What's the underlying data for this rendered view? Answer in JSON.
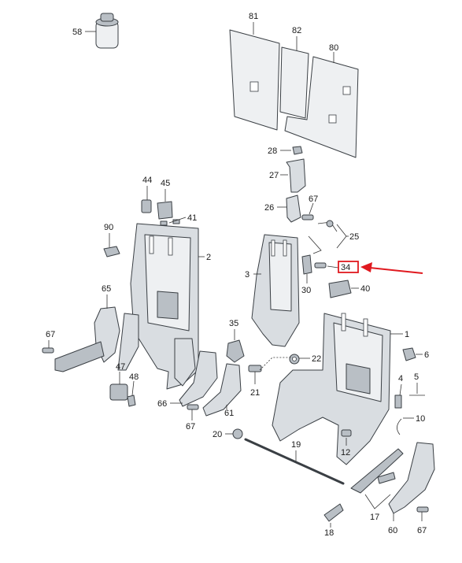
{
  "parts": [
    {
      "id": "p58",
      "label": "58"
    },
    {
      "id": "p81",
      "label": "81"
    },
    {
      "id": "p82",
      "label": "82"
    },
    {
      "id": "p80",
      "label": "80"
    },
    {
      "id": "p28",
      "label": "28"
    },
    {
      "id": "p27",
      "label": "27"
    },
    {
      "id": "p44",
      "label": "44"
    },
    {
      "id": "p45",
      "label": "45"
    },
    {
      "id": "p41",
      "label": "41"
    },
    {
      "id": "p67a",
      "label": "67"
    },
    {
      "id": "p26",
      "label": "26"
    },
    {
      "id": "p25",
      "label": "25"
    },
    {
      "id": "p90",
      "label": "90"
    },
    {
      "id": "p2",
      "label": "2"
    },
    {
      "id": "p3",
      "label": "3"
    },
    {
      "id": "p34",
      "label": "34"
    },
    {
      "id": "p30",
      "label": "30"
    },
    {
      "id": "p40",
      "label": "40"
    },
    {
      "id": "p65",
      "label": "65"
    },
    {
      "id": "p35",
      "label": "35"
    },
    {
      "id": "p1",
      "label": "1"
    },
    {
      "id": "p67b",
      "label": "67"
    },
    {
      "id": "p22",
      "label": "22"
    },
    {
      "id": "p6",
      "label": "6"
    },
    {
      "id": "p47",
      "label": "47"
    },
    {
      "id": "p48",
      "label": "48"
    },
    {
      "id": "p21",
      "label": "21"
    },
    {
      "id": "p4",
      "label": "4"
    },
    {
      "id": "p5",
      "label": "5"
    },
    {
      "id": "p66",
      "label": "66"
    },
    {
      "id": "p61",
      "label": "61"
    },
    {
      "id": "p10",
      "label": "10"
    },
    {
      "id": "p67c",
      "label": "67"
    },
    {
      "id": "p20",
      "label": "20"
    },
    {
      "id": "p19",
      "label": "19"
    },
    {
      "id": "p12",
      "label": "12"
    },
    {
      "id": "p17",
      "label": "17"
    },
    {
      "id": "p18",
      "label": "18"
    },
    {
      "id": "p60",
      "label": "60"
    },
    {
      "id": "p67d",
      "label": "67"
    }
  ],
  "highlight": {
    "part_label": "34",
    "box_color": "#e0191f",
    "arrow_color": "#e0191f"
  },
  "colors": {
    "part_fill": "#d9dde1",
    "part_stroke": "#3a3f44",
    "callout_text": "#1a1a1a"
  }
}
